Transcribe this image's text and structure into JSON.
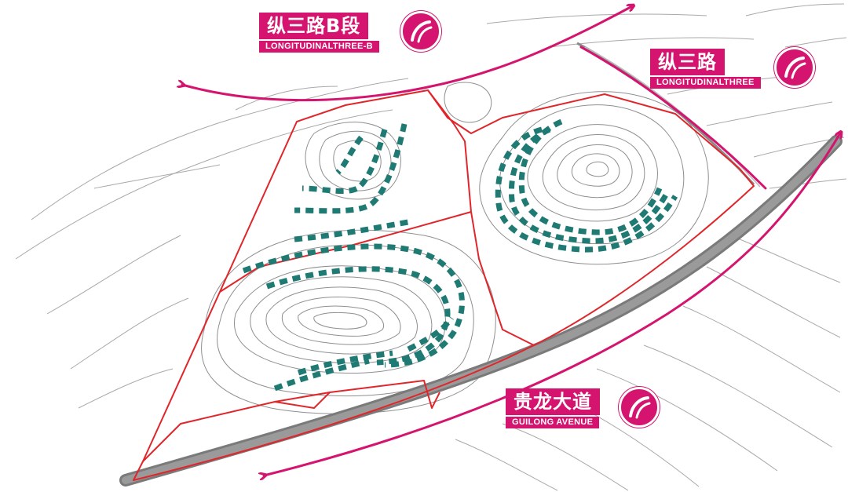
{
  "road_labels": [
    {
      "id": "longitudinal-three-b",
      "name_cn": "纵三路B段",
      "name_en": "LONGITUDINALTHREE-B",
      "icon": "road-curve-icon"
    },
    {
      "id": "longitudinal-three",
      "name_cn": "纵三路",
      "name_en": "LONGITUDINALTHREE",
      "icon": "road-curve-icon"
    },
    {
      "id": "guilong-avenue",
      "name_cn": "贵龙大道",
      "name_en": "GUILONG AVENUE",
      "icon": "road-curve-icon"
    }
  ],
  "colors": {
    "road_accent": "#d4146e",
    "site_boundary": "#e0262b",
    "terrace_path": "#1f7a73",
    "contour": "#9e9e9e",
    "road_shadow": "#6e6e6e"
  }
}
